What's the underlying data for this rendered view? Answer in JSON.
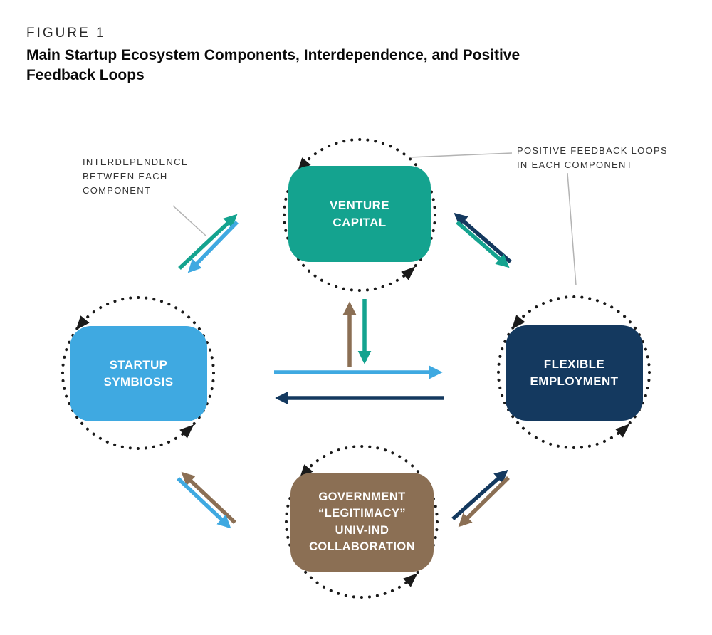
{
  "figure": {
    "eyebrow": "FIGURE 1",
    "title": "Main Startup Ecosystem Components, Interdependence, and Positive\nFeedback Loops"
  },
  "annotations": {
    "interdependence": "INTERDEPENDENCE\nBETWEEN EACH\nCOMPONENT",
    "feedback_loops": "POSITIVE FEEDBACK LOOPS\nIN EACH COMPONENT"
  },
  "components": [
    {
      "id": "venture-capital",
      "label": "VENTURE\nCAPITAL",
      "color": "#14A38F"
    },
    {
      "id": "startup-symbiosis",
      "label": "STARTUP\nSYMBIOSIS",
      "color": "#3FA9E1"
    },
    {
      "id": "flexible-employment",
      "label": "FLEXIBLE\nEMPLOYMENT",
      "color": "#14395F"
    },
    {
      "id": "government-legitimacy",
      "label": "GOVERNMENT\n“LEGITIMACY”\nUNIV-IND\nCOLLABORATION",
      "color": "#8B6F54"
    }
  ],
  "colors": {
    "teal": "#14A38F",
    "light_blue": "#3FA9E1",
    "navy": "#14395F",
    "brown": "#8B6F54",
    "loop_dots": "#1A1A1A",
    "leader_line": "#B3B3B3"
  }
}
